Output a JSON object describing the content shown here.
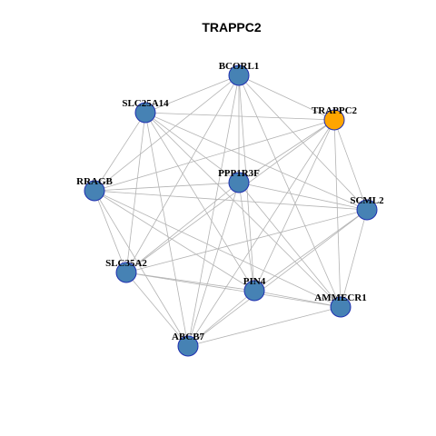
{
  "title": "TRAPPC2",
  "colors": {
    "node_default": "#4682b4",
    "node_highlight": "#ffa500",
    "node_border": "#1f2fb0",
    "edge": "#b3b3b3"
  },
  "nodes": [
    {
      "id": "BCORL1",
      "label": "BCORL1",
      "highlight": false
    },
    {
      "id": "SLC25A14",
      "label": "SLC25A14",
      "highlight": false
    },
    {
      "id": "TRAPPC2",
      "label": "TRAPPC2",
      "highlight": true
    },
    {
      "id": "PPP1R3F",
      "label": "PPP1R3F",
      "highlight": false
    },
    {
      "id": "RRAGB",
      "label": "RRAGB",
      "highlight": false
    },
    {
      "id": "SCML2",
      "label": "SCML2",
      "highlight": false
    },
    {
      "id": "SLC35A2",
      "label": "SLC35A2",
      "highlight": false
    },
    {
      "id": "PIN4",
      "label": "PIN4",
      "highlight": false
    },
    {
      "id": "AMMECR1",
      "label": "AMMECR1",
      "highlight": false
    },
    {
      "id": "ABCB7",
      "label": "ABCB7",
      "highlight": false
    }
  ],
  "edges": [
    [
      "BCORL1",
      "SLC25A14"
    ],
    [
      "BCORL1",
      "TRAPPC2"
    ],
    [
      "BCORL1",
      "PPP1R3F"
    ],
    [
      "BCORL1",
      "RRAGB"
    ],
    [
      "BCORL1",
      "SCML2"
    ],
    [
      "BCORL1",
      "SLC35A2"
    ],
    [
      "BCORL1",
      "PIN4"
    ],
    [
      "BCORL1",
      "AMMECR1"
    ],
    [
      "BCORL1",
      "ABCB7"
    ],
    [
      "SLC25A14",
      "TRAPPC2"
    ],
    [
      "SLC25A14",
      "PPP1R3F"
    ],
    [
      "SLC25A14",
      "RRAGB"
    ],
    [
      "SLC25A14",
      "SCML2"
    ],
    [
      "SLC25A14",
      "SLC35A2"
    ],
    [
      "SLC25A14",
      "PIN4"
    ],
    [
      "SLC25A14",
      "AMMECR1"
    ],
    [
      "SLC25A14",
      "ABCB7"
    ],
    [
      "TRAPPC2",
      "PPP1R3F"
    ],
    [
      "TRAPPC2",
      "RRAGB"
    ],
    [
      "TRAPPC2",
      "SCML2"
    ],
    [
      "TRAPPC2",
      "SLC35A2"
    ],
    [
      "TRAPPC2",
      "PIN4"
    ],
    [
      "TRAPPC2",
      "AMMECR1"
    ],
    [
      "TRAPPC2",
      "ABCB7"
    ],
    [
      "PPP1R3F",
      "RRAGB"
    ],
    [
      "PPP1R3F",
      "SCML2"
    ],
    [
      "PPP1R3F",
      "SLC35A2"
    ],
    [
      "PPP1R3F",
      "PIN4"
    ],
    [
      "PPP1R3F",
      "AMMECR1"
    ],
    [
      "PPP1R3F",
      "ABCB7"
    ],
    [
      "RRAGB",
      "SCML2"
    ],
    [
      "RRAGB",
      "SLC35A2"
    ],
    [
      "RRAGB",
      "PIN4"
    ],
    [
      "RRAGB",
      "AMMECR1"
    ],
    [
      "RRAGB",
      "ABCB7"
    ],
    [
      "SCML2",
      "SLC35A2"
    ],
    [
      "SCML2",
      "PIN4"
    ],
    [
      "SCML2",
      "AMMECR1"
    ],
    [
      "SCML2",
      "ABCB7"
    ],
    [
      "SLC35A2",
      "PIN4"
    ],
    [
      "SLC35A2",
      "AMMECR1"
    ],
    [
      "SLC35A2",
      "ABCB7"
    ],
    [
      "PIN4",
      "AMMECR1"
    ],
    [
      "PIN4",
      "ABCB7"
    ],
    [
      "AMMECR1",
      "ABCB7"
    ]
  ]
}
